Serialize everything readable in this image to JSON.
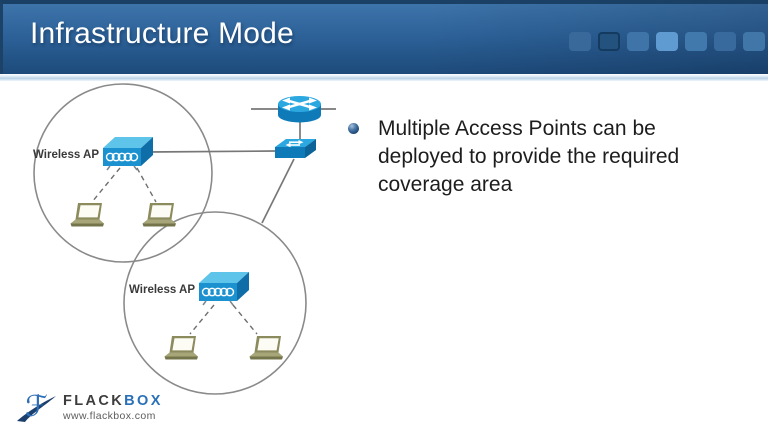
{
  "header": {
    "title": "Infrastructure Mode",
    "deco_squares": [
      {
        "color": "#39699b"
      },
      {
        "color": "#24527f",
        "border": "#143a60"
      },
      {
        "color": "#3e74a8"
      },
      {
        "color": "#5f9bd0"
      },
      {
        "color": "#4279ad"
      },
      {
        "color": "#386a9d"
      },
      {
        "color": "#4176a9"
      }
    ]
  },
  "bullet": {
    "lines": [
      "Multiple Access Points can be",
      "deployed to provide the required",
      "coverage area"
    ]
  },
  "diagram": {
    "ap1_label": "Wireless AP",
    "ap2_label": "Wireless AP",
    "nodes": [
      {
        "id": "router",
        "type": "router-icon"
      },
      {
        "id": "switch",
        "type": "switch-icon"
      },
      {
        "id": "ap1",
        "type": "wireless-ap-icon",
        "label": "Wireless AP"
      },
      {
        "id": "ap2",
        "type": "wireless-ap-icon",
        "label": "Wireless AP"
      },
      {
        "id": "laptop1",
        "type": "laptop-icon"
      },
      {
        "id": "laptop2",
        "type": "laptop-icon"
      },
      {
        "id": "laptop3",
        "type": "laptop-icon"
      },
      {
        "id": "laptop4",
        "type": "laptop-icon"
      }
    ],
    "links": [
      {
        "from": "router",
        "to": "network",
        "style": "solid"
      },
      {
        "from": "router",
        "to": "switch",
        "style": "solid"
      },
      {
        "from": "ap1",
        "to": "switch",
        "style": "solid"
      },
      {
        "from": "switch",
        "to": "coverage-circle-2",
        "style": "solid"
      },
      {
        "from": "ap1",
        "to": "laptop1",
        "style": "dashed"
      },
      {
        "from": "ap1",
        "to": "laptop2",
        "style": "dashed"
      },
      {
        "from": "ap2",
        "to": "laptop3",
        "style": "dashed"
      },
      {
        "from": "ap2",
        "to": "laptop4",
        "style": "dashed"
      }
    ]
  },
  "footer": {
    "brand_primary": "FLACK",
    "brand_accent": "BOX",
    "url": "www.flackbox.com"
  },
  "colors": {
    "header_blue": "#2d6299",
    "header_dark": "#1a4066",
    "device_blue": "#0f7ab8",
    "device_blue_light": "#2ca8e0",
    "device_blue_dark": "#0c6398",
    "laptop_olive": "#8b8b5e",
    "circle_stroke": "#8a8a8a",
    "brand_blue": "#2a70b8",
    "body_text": "#1d1d1d"
  }
}
